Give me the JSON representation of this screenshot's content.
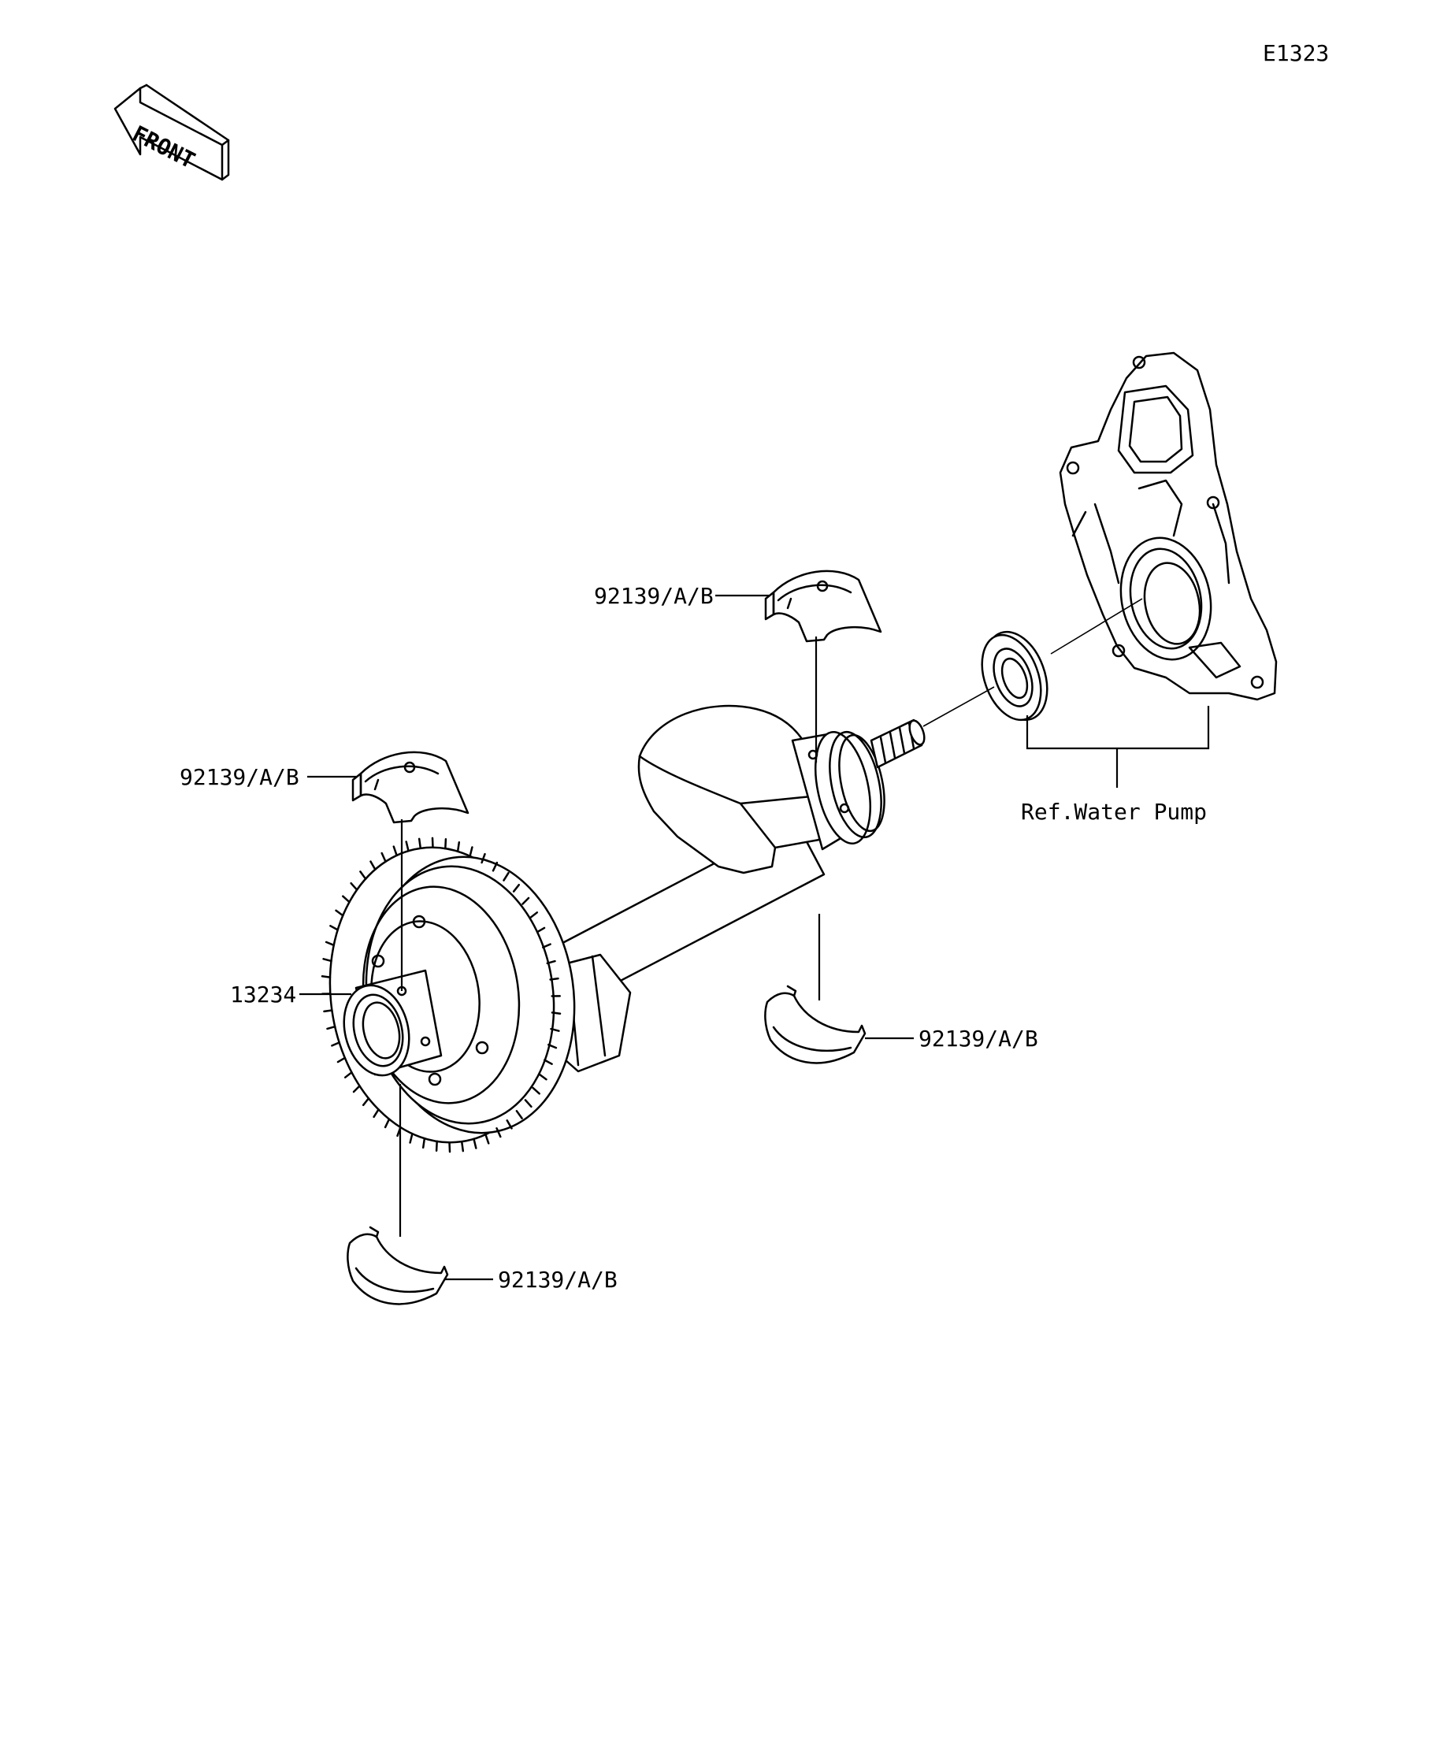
{
  "diagram_code": "E1323",
  "front_arrow_text": "FRONT",
  "callouts": {
    "bearing_top_center": "92139/A/B",
    "bearing_top_left": "92139/A/B",
    "gear": "13234",
    "bearing_mid_right": "92139/A/B",
    "bearing_bottom_left": "92139/A/B",
    "water_pump_ref": "Ref.Water Pump"
  }
}
